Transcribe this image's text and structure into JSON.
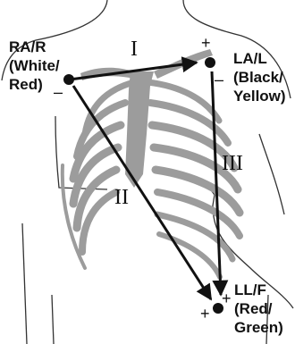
{
  "electrodes": {
    "ra": {
      "line1": "RA/R",
      "line2": "(White/",
      "line3": "Red)"
    },
    "la": {
      "line1": "LA/L",
      "line2": "(Black/",
      "line3": "Yellow)"
    },
    "ll": {
      "line1": "LL/F",
      "line2": "(Red/",
      "line3": "Green)"
    }
  },
  "leads": {
    "i": "I",
    "ii": "II",
    "iii": "III"
  },
  "polarity": {
    "plus": "+",
    "minus": "–"
  },
  "colors": {
    "ribs": "#9c9c9c",
    "line": "#111111",
    "skin": "#222222"
  }
}
